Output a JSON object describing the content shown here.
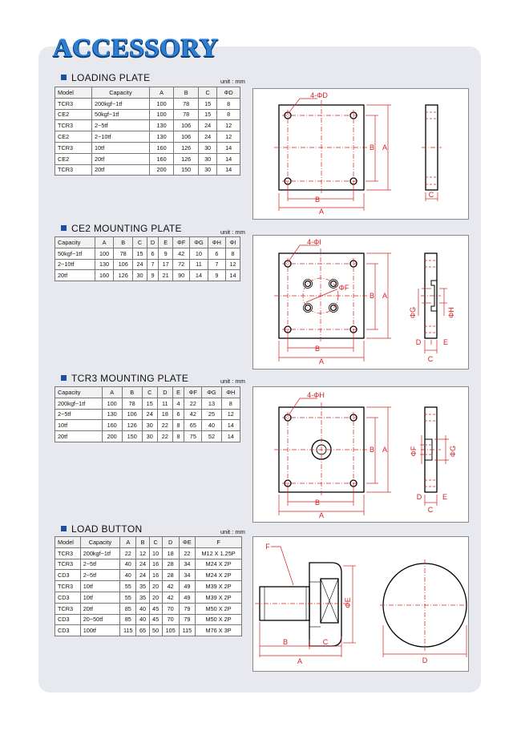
{
  "page_title": "ACCESSORY",
  "unit_label": "unit : mm",
  "loading_plate": {
    "title": "LOADING PLATE",
    "headers": [
      "Model",
      "Capacity",
      "A",
      "B",
      "C",
      "ΦD"
    ],
    "rows": [
      [
        "TCR3",
        "200kgf~1tf",
        "100",
        "78",
        "15",
        "8"
      ],
      [
        "CE2",
        "50kgf~1tf",
        "100",
        "78",
        "15",
        "8"
      ],
      [
        "TCR3",
        "2~5tf",
        "130",
        "106",
        "24",
        "12"
      ],
      [
        "CE2",
        "2~10tf",
        "130",
        "106",
        "24",
        "12"
      ],
      [
        "TCR3",
        "10tf",
        "160",
        "126",
        "30",
        "14"
      ],
      [
        "CE2",
        "20tf",
        "160",
        "126",
        "30",
        "14"
      ],
      [
        "TCR3",
        "20tf",
        "200",
        "150",
        "30",
        "14"
      ]
    ],
    "drawing_labels": {
      "holes": "4-ΦD",
      "A": "A",
      "B": "B",
      "C": "C"
    }
  },
  "ce2_plate": {
    "title": "CE2  MOUNTING PLATE",
    "headers": [
      "Capacity",
      "A",
      "B",
      "C",
      "D",
      "E",
      "ΦF",
      "ΦG",
      "ΦH",
      "ΦI"
    ],
    "rows": [
      [
        "50kgf~1tf",
        "100",
        "78",
        "15",
        "6",
        "9",
        "42",
        "10",
        "6",
        "8"
      ],
      [
        "2~10tf",
        "130",
        "106",
        "24",
        "7",
        "17",
        "72",
        "11",
        "7",
        "12"
      ],
      [
        "20tf",
        "160",
        "126",
        "30",
        "9",
        "21",
        "90",
        "14",
        "9",
        "14"
      ]
    ],
    "drawing_labels": {
      "holes": "4-ΦI",
      "F": "ΦF",
      "G": "ΦG",
      "H": "ΦH",
      "A": "A",
      "B": "B",
      "C": "C",
      "D": "D",
      "E": "E"
    }
  },
  "tcr3_plate": {
    "title": "TCR3  MOUNTING PLATE",
    "headers": [
      "Capacity",
      "A",
      "B",
      "C",
      "D",
      "E",
      "ΦF",
      "ΦG",
      "ΦH"
    ],
    "rows": [
      [
        "200kgf~1tf",
        "100",
        "78",
        "15",
        "11",
        "4",
        "22",
        "13",
        "8"
      ],
      [
        "2~5tf",
        "130",
        "106",
        "24",
        "18",
        "6",
        "42",
        "25",
        "12"
      ],
      [
        "10tf",
        "160",
        "126",
        "30",
        "22",
        "8",
        "65",
        "40",
        "14"
      ],
      [
        "20tf",
        "200",
        "150",
        "30",
        "22",
        "8",
        "75",
        "52",
        "14"
      ]
    ],
    "drawing_labels": {
      "holes": "4-ΦH",
      "F": "ΦF",
      "G": "ΦG",
      "A": "A",
      "B": "B",
      "C": "C",
      "D": "D",
      "E": "E"
    }
  },
  "load_button": {
    "title": "LOAD BUTTON",
    "headers": [
      "Model",
      "Capacity",
      "A",
      "B",
      "C",
      "D",
      "ΦE",
      "F"
    ],
    "rows": [
      [
        "TCR3",
        "200kgf~1tf",
        "22",
        "12",
        "10",
        "18",
        "22",
        "M12 X 1.25P"
      ],
      [
        "TCR3",
        "2~5tf",
        "40",
        "24",
        "16",
        "28",
        "34",
        "M24 X 2P"
      ],
      [
        "CD3",
        "2~5tf",
        "40",
        "24",
        "16",
        "28",
        "34",
        "M24 X 2P"
      ],
      [
        "TCR3",
        "10tf",
        "55",
        "35",
        "20",
        "42",
        "49",
        "M39 X 2P"
      ],
      [
        "CD3",
        "10tf",
        "55",
        "35",
        "20",
        "42",
        "49",
        "M39 X 2P"
      ],
      [
        "TCR3",
        "20tf",
        "85",
        "40",
        "45",
        "70",
        "79",
        "M50 X 2P"
      ],
      [
        "CD3",
        "20~50tf",
        "85",
        "40",
        "45",
        "70",
        "79",
        "M50 X 2P"
      ],
      [
        "CD3",
        "100tf",
        "115",
        "65",
        "50",
        "105",
        "115",
        "M76 X 3P"
      ]
    ],
    "drawing_labels": {
      "F": "F",
      "E": "ΦE",
      "A": "A",
      "B": "B",
      "C": "C",
      "D": "D"
    }
  },
  "colors": {
    "title_blue": "#2c7fd1",
    "section_square": "#1c4fa0",
    "dimension_red": "#d42020",
    "panel_bg": "#e7e9ee"
  }
}
